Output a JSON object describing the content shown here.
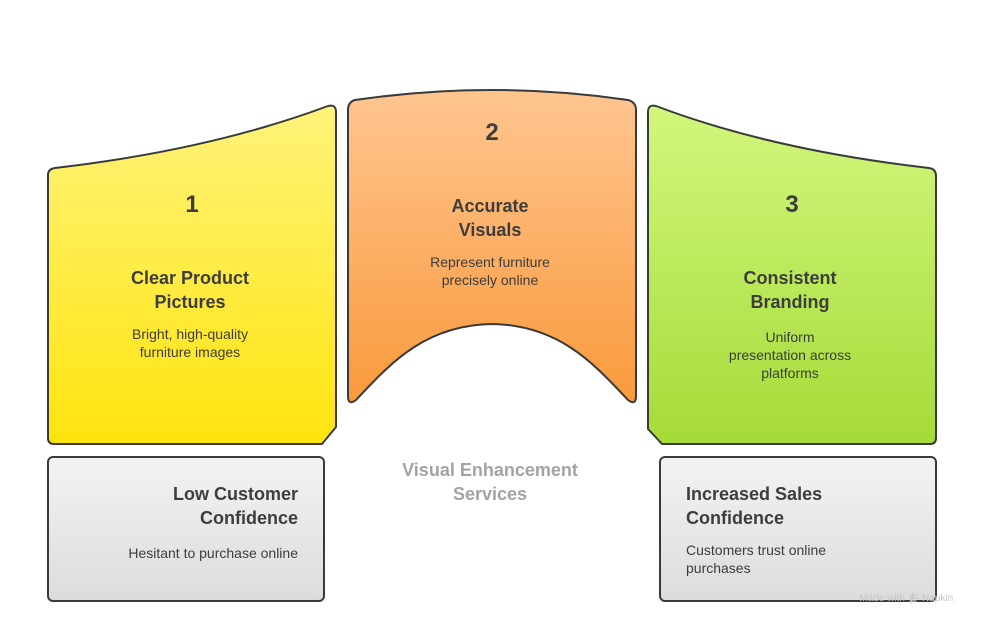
{
  "center": {
    "title_line1": "Visual Enhancement",
    "title_line2": "Services"
  },
  "steps": [
    {
      "number": "1",
      "title_line1": "Clear Product",
      "title_line2": "Pictures",
      "desc_line1": "Bright, high-quality",
      "desc_line2": "furniture images",
      "color": "#fde312"
    },
    {
      "number": "2",
      "title_line1": "Accurate",
      "title_line2": "Visuals",
      "desc_line1": "Represent furniture",
      "desc_line2": "precisely online",
      "color": "#f9a24a"
    },
    {
      "number": "3",
      "title_line1": "Consistent",
      "title_line2": "Branding",
      "desc_line1": "Uniform",
      "desc_line2": "presentation across",
      "desc_line3": "platforms",
      "color": "#b4e352"
    }
  ],
  "before": {
    "title_line1": "Low Customer",
    "title_line2": "Confidence",
    "desc_line1": "Hesitant to purchase online"
  },
  "after": {
    "title_line1": "Increased Sales",
    "title_line2": "Confidence",
    "desc_line1": "Customers trust online",
    "desc_line2": "purchases"
  },
  "credit": {
    "text": "Made with",
    "brand": "Napkin"
  }
}
